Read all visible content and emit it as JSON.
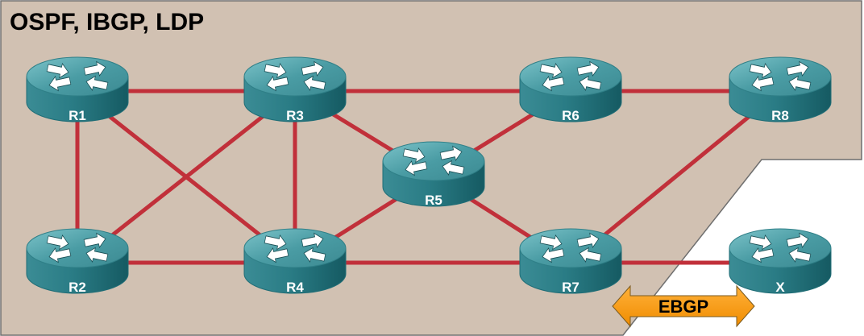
{
  "diagram": {
    "title": "OSPF, IBGP, LDP",
    "colors": {
      "area_fill": "#d1c1b2",
      "area_stroke": "#6e6e6e",
      "link": "#c1303a",
      "router_top": "#4a9ca4",
      "router_side": "#1f6d76",
      "ebgp_arrow": "#ff9900"
    },
    "routers": [
      {
        "id": "R1",
        "label": "R1"
      },
      {
        "id": "R2",
        "label": "R2"
      },
      {
        "id": "R3",
        "label": "R3"
      },
      {
        "id": "R4",
        "label": "R4"
      },
      {
        "id": "R5",
        "label": "R5"
      },
      {
        "id": "R6",
        "label": "R6"
      },
      {
        "id": "R7",
        "label": "R7"
      },
      {
        "id": "R8",
        "label": "R8"
      },
      {
        "id": "X",
        "label": "X"
      }
    ],
    "links": [
      [
        "R1",
        "R3"
      ],
      [
        "R1",
        "R2"
      ],
      [
        "R1",
        "R4"
      ],
      [
        "R2",
        "R3"
      ],
      [
        "R2",
        "R4"
      ],
      [
        "R3",
        "R4"
      ],
      [
        "R3",
        "R6"
      ],
      [
        "R3",
        "R5"
      ],
      [
        "R4",
        "R5"
      ],
      [
        "R4",
        "R7"
      ],
      [
        "R5",
        "R6"
      ],
      [
        "R5",
        "R7"
      ],
      [
        "R6",
        "R8"
      ],
      [
        "R7",
        "R8"
      ],
      [
        "R7",
        "X"
      ]
    ],
    "ebgp": {
      "label": "EBGP",
      "from": "R7",
      "to": "X"
    }
  }
}
